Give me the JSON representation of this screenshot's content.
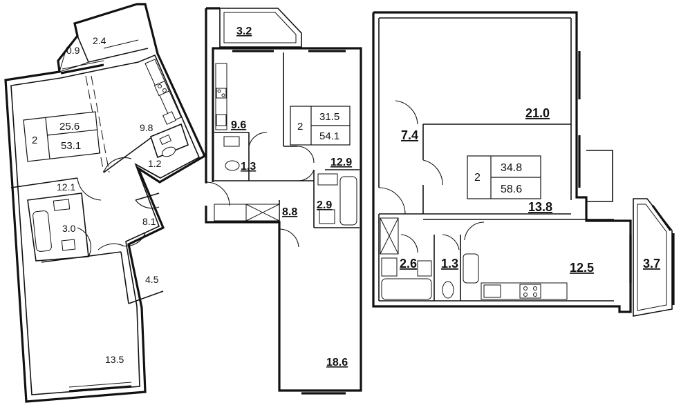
{
  "plans": [
    {
      "rooms": [
        "0.9",
        "2.4",
        "9.8",
        "1.2",
        "12.1",
        "3.0",
        "8.1",
        "4.5",
        "13.5"
      ],
      "summary": {
        "rooms": "2",
        "living": "25.6",
        "total": "53.1"
      }
    },
    {
      "rooms": [
        "3.2",
        "9.6",
        "1.3",
        "12.9",
        "8.8",
        "2.9",
        "18.6"
      ],
      "summary": {
        "rooms": "2",
        "living": "31.5",
        "total": "54.1"
      }
    },
    {
      "rooms": [
        "21.0",
        "7.4",
        "13.8",
        "2.6",
        "1.3",
        "12.5",
        "3.7"
      ],
      "summary": {
        "rooms": "2",
        "living": "34.8",
        "total": "58.6"
      }
    }
  ]
}
